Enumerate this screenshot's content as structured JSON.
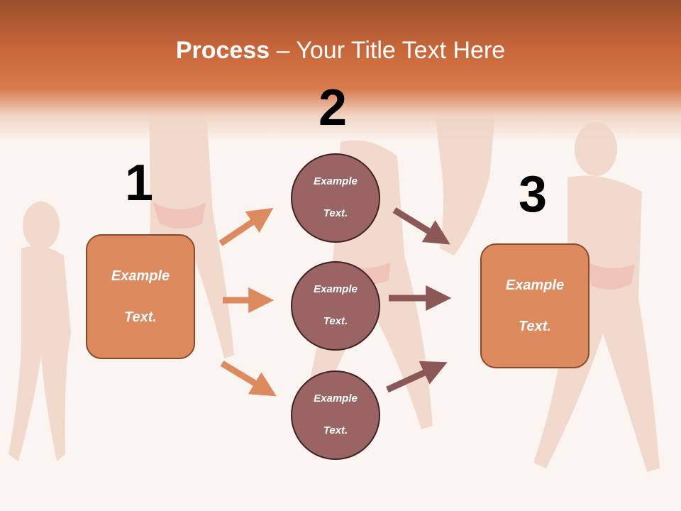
{
  "slide": {
    "title_bold": "Process",
    "title_rest": " – Your Title Text Here"
  },
  "steps": [
    {
      "number": "1",
      "text_line1": "Example",
      "text_line2": "Text."
    },
    {
      "number": "2"
    },
    {
      "number": "3",
      "text_line1": "Example",
      "text_line2": "Text."
    }
  ],
  "circles": [
    {
      "text_line1": "Example",
      "text_line2": "Text."
    },
    {
      "text_line1": "Example",
      "text_line2": "Text."
    },
    {
      "text_line1": "Example",
      "text_line2": "Text."
    }
  ],
  "colors": {
    "header_dark": "#9a4f2c",
    "header_accent": "#d77a4c",
    "box_fill": "#dd8a5f",
    "circle_fill": "#9b6464",
    "arrow_left": "#dd8a5f",
    "arrow_right": "#8c5757"
  }
}
